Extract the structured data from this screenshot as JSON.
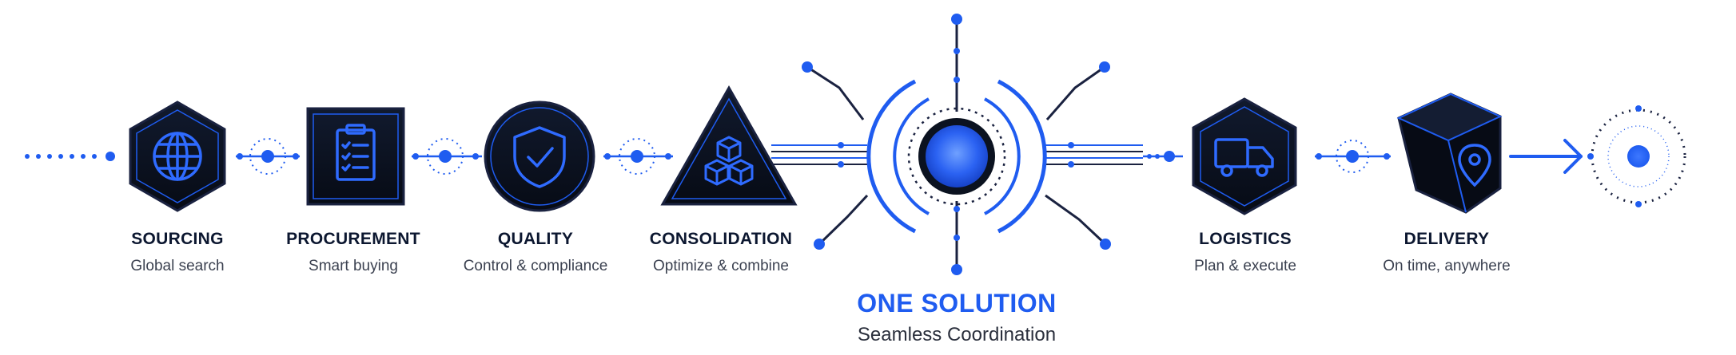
{
  "colors": {
    "accent": "#1f5cf0",
    "accent_light": "#4d86ff",
    "dark_fill": "#0b1220",
    "title_text": "#0c1730"
  },
  "steps": [
    {
      "title": "SOURCING",
      "subtitle": "Global search",
      "icon": "globe-icon",
      "shape": "hexagon"
    },
    {
      "title": "PROCUREMENT",
      "subtitle": "Smart buying",
      "icon": "clipboard-checklist-icon",
      "shape": "square"
    },
    {
      "title": "QUALITY",
      "subtitle": "Control & compliance",
      "icon": "shield-check-icon",
      "shape": "circle"
    },
    {
      "title": "CONSOLIDATION",
      "subtitle": "Optimize & combine",
      "icon": "stacked-cubes-icon",
      "shape": "triangle"
    },
    {
      "title": "LOGISTICS",
      "subtitle": "Plan & execute",
      "icon": "truck-icon",
      "shape": "hexagon"
    },
    {
      "title": "DELIVERY",
      "subtitle": "On time, anywhere",
      "icon": "box-location-pin-icon",
      "shape": "cube"
    }
  ],
  "hub": {
    "title": "ONE SOLUTION",
    "subtitle": "Seamless Coordination",
    "icon": "hub-core-icon"
  },
  "endpoint": {
    "icon": "target-endpoint-icon"
  }
}
